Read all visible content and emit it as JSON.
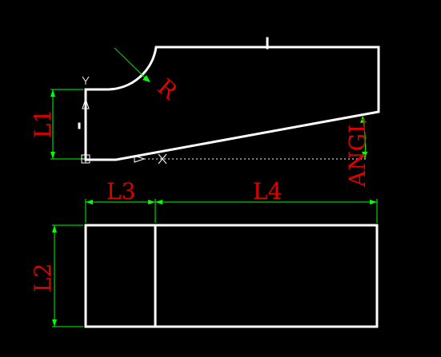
{
  "labels": {
    "r": "R",
    "l1": "L1",
    "l2": "L2",
    "l3": "L3",
    "l4": "L4",
    "angle": "ANGL"
  },
  "colors": {
    "background": "#000000",
    "outline": "#ffffff",
    "dimension": "#00ff00",
    "label": "#e00000"
  },
  "icons": [
    "ucs-y-axis-icon",
    "ucs-origin-icon",
    "snap-cross-icon",
    "direction-arrow-icon"
  ]
}
